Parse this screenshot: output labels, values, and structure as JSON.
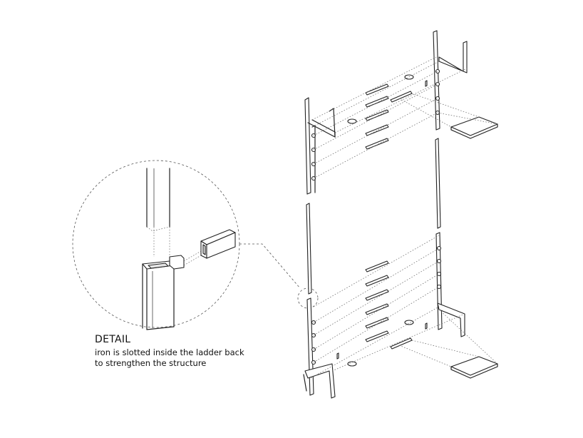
{
  "detail": {
    "title": "DETAIL",
    "line1": "iron is slotted inside the ladder back",
    "line2": "to strengthen the structure"
  },
  "style": {
    "stroke_color": "#222222",
    "background": "#ffffff"
  }
}
